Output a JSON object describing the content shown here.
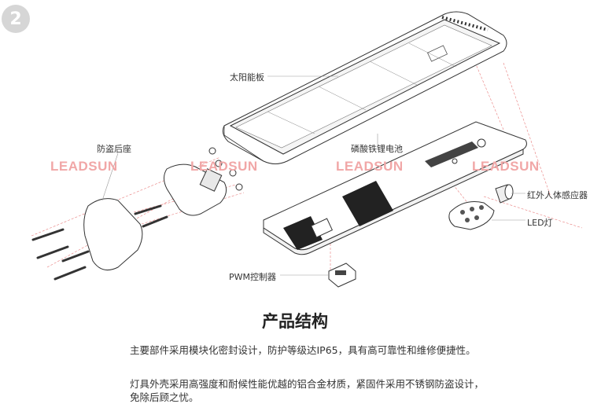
{
  "badge": "2",
  "watermarks": [
    "LEADSUN",
    "LEADSUN",
    "LEADSUN",
    "LEADSUN"
  ],
  "labels": {
    "solar_panel": "太阳能板",
    "anti_theft_seat": "防盗后座",
    "lfp_battery": "磷酸铁锂电池",
    "ir_sensor": "红外人体感应器",
    "led_lamp": "LED灯",
    "pwm_controller": "PWM控制器"
  },
  "section_title": "产品结构",
  "paragraphs": [
    "主要部件采用模块化密封设计，防护等级达IP65，具有高可靠性和维修便捷性。",
    "灯具外壳采用高强度和耐候性能优越的铝合金材质，紧固件采用不锈钢防盗设计，免除后顾之忧。"
  ],
  "colors": {
    "line": "#333333",
    "guide": "#e87c7c",
    "watermark": "#f1a7a7",
    "badge": "#d6d6d6"
  }
}
